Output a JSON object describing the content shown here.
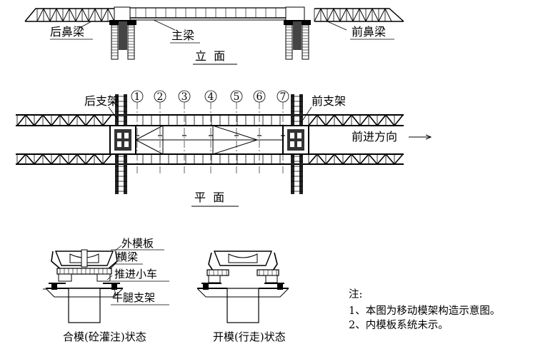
{
  "elevation": {
    "rear_nose_label": "后鼻梁",
    "main_girder_label": "主梁",
    "front_nose_label": "前鼻梁",
    "view_title": "立  面"
  },
  "plan": {
    "rear_support_label": "后支架",
    "front_support_label": "前支架",
    "direction_label": "前进方向",
    "view_title": "平  面",
    "station_numbers": [
      "1",
      "2",
      "3",
      "4",
      "5",
      "6",
      "7"
    ]
  },
  "sections": {
    "outer_form_label": "外模板",
    "cross_beam_label": "横梁",
    "push_trolley_label": "推进小车",
    "corbel_support_label": "牛腿支架",
    "closed_caption": "合模(砼灌注)状态",
    "open_caption": "开模(行走)状态"
  },
  "notes": {
    "heading": "注:",
    "items": [
      "1、本图为移动模架构造示意图。",
      "2、内模板系统未示。"
    ]
  }
}
